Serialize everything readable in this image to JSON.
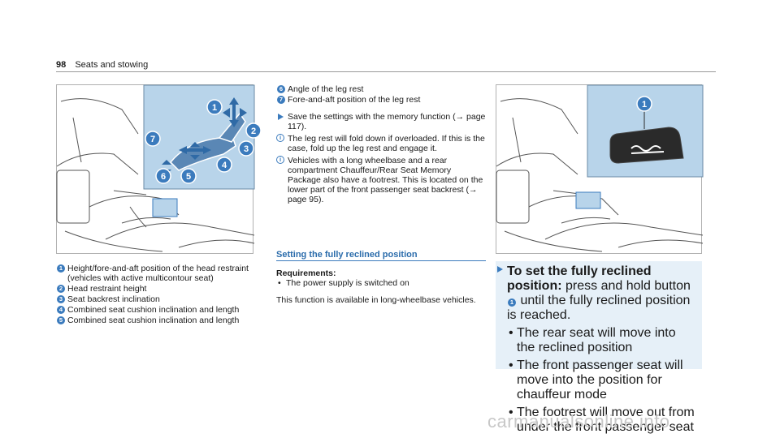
{
  "header": {
    "page_number": "98",
    "section": "Seats and stowing"
  },
  "figure1": {
    "callouts": [
      "1",
      "2",
      "3",
      "4",
      "5",
      "6",
      "7"
    ]
  },
  "figure2": {
    "callouts": [
      "1"
    ]
  },
  "legend_left": [
    {
      "n": "1",
      "text": "Height/fore-and-aft position of the head restraint (vehicles with active multicontour seat)"
    },
    {
      "n": "2",
      "text": "Head restraint height"
    },
    {
      "n": "3",
      "text": "Seat backrest inclination"
    },
    {
      "n": "4",
      "text": "Combined seat cushion inclination and length"
    },
    {
      "n": "5",
      "text": "Combined seat cushion inclination and length"
    }
  ],
  "legend_mid": [
    {
      "n": "6",
      "text": "Angle of the leg rest"
    },
    {
      "n": "7",
      "text": "Fore-and-aft position of the leg rest"
    }
  ],
  "action_save": "Save the settings with the memory function (→ page 117).",
  "notes": [
    "The leg rest will fold down if overloaded. If this is the case, fold up the leg rest and engage it.",
    "Vehicles with a long wheelbase and a rear compartment Chauffeur/Rear Seat Memory Package also have a footrest. This is located on the lower part of the front passenger seat backrest (→ page 95)."
  ],
  "section": {
    "title": "Setting the fully reclined position",
    "requirements_title": "Requirements:",
    "requirements": [
      "The power supply is switched on"
    ],
    "availability": "This function is available in long-wheelbase vehicles."
  },
  "procedure": {
    "lead_bold": "To set the fully reclined position:",
    "lead_rest_1": " press and hold button ",
    "button_num": "1",
    "lead_rest_2": " until the fully reclined position is reached.",
    "bullets": [
      "The rear seat will move into the reclined position",
      "The front passenger seat will move into the position for chauffeur mode",
      "The footrest will move out from under the front passenger seat"
    ]
  },
  "colors": {
    "accent": "#3b7bbd",
    "panel": "#b8d4ea",
    "callout_bg": "#e6f0f8"
  },
  "watermark": "carmanualsonline.info"
}
